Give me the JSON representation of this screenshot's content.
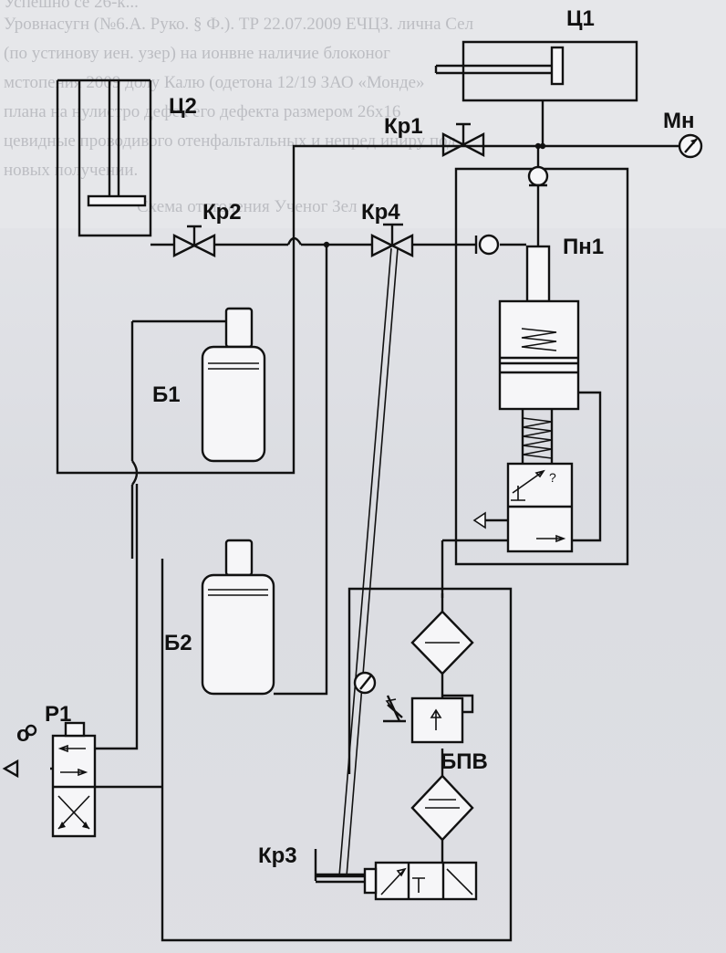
{
  "background_text": {
    "lines": [
      "Успешно се 26-к...",
      "Уровнасугн (№6.А. Руко. § Ф.). ТР 22.07.2009 ЕЧЦЗ. лична Сел",
      "(по устинову иен. узер) на ионвне наличие блоконог",
      "мстопения 2009 долу Калю (одетона 12/19 ЗАО «Монде»",
      "плана на нулистро дефек его дефекта размером 26x16",
      "цевидные проводивого отенфальтальных и непред иниру под",
      "новых получении.",
      "Схема отстоления Ученог Зел"
    ]
  },
  "labels": {
    "c1": "Ц1",
    "c2": "Ц2",
    "kr1": "Кр1",
    "kr2": "Кр2",
    "kr3": "Кр3",
    "kr4": "Кр4",
    "mn": "Мн",
    "pn1": "Пн1",
    "b1": "Б1",
    "b2": "Б2",
    "r1": "Р1",
    "bpv": "БПВ",
    "port_o": "о"
  }
}
